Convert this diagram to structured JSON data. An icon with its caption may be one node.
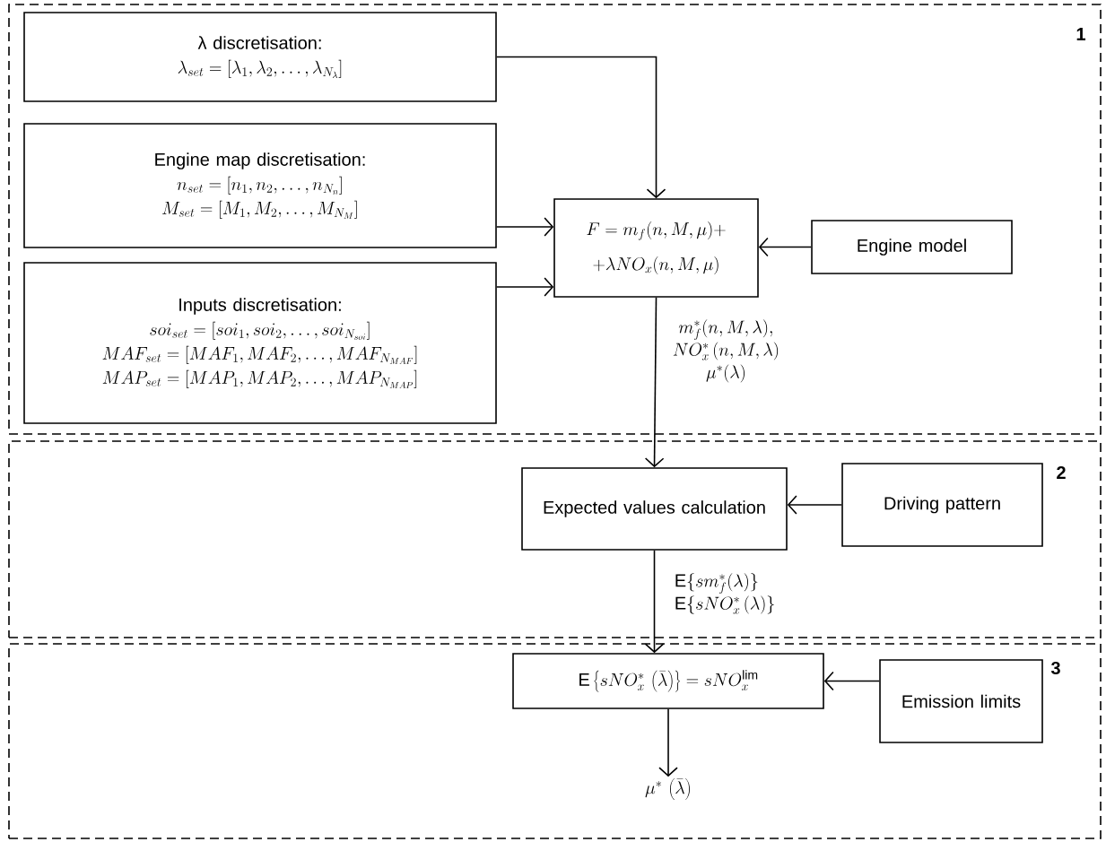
{
  "diagram": {
    "nodes": [
      {
        "text": [
          "1"
        ]
      },
      {
        "text": [
          "λ discretisation:",
          "\\lambda_{set} = [\\lambda_1, \\lambda_2, \\ldots, \\lambda_{N_\\lambda}]"
        ],
        "in": 0
      },
      {
        "text": [
          "Engine map discretisation:",
          "n_{set} = \\left[n_1, n_2, \\ldots, n_{N_n}\\right]",
          "M_{set} = \\left[M_1, M_2, \\ldots, M_{N_M}\\right]"
        ],
        "in": 0
      },
      {
        "text": [
          "Inputs discretisation:",
          "soi_{set} = \\left[soi_1, soi_2, \\ldots, soi_{N_{soi}}\\right]",
          "MAF_{set} = \\left[MAF_1, MAF_2, \\ldots, MAF_{N_{MAF}}\\right]",
          "MAP_{set} = \\left[MAP_1, MAP_2, \\ldots, MAP_{N_{MAP}}\\right]"
        ],
        "in": 0
      },
      {
        "text": [
          "F = m_f(n, M, \\mu) +",
          "+ \\lambda NO_x(n, M, \\mu)"
        ],
        "in": 0
      },
      {
        "text": [
          "Engine model"
        ],
        "in": 0
      },
      {
        "text": [
          "2"
        ]
      },
      {
        "text": [
          "Expected values calculation"
        ],
        "in": 6
      },
      {
        "text": [
          "Driving pattern"
        ],
        "in": 6
      },
      {
        "text": [
          "3"
        ]
      },
      {
        "text": [
          "\\mathrm{E}\\left\\{sNO_x^*\\,\\left(\\bar{\\lambda}\\right)\\right\\} = sNO_x^{\\mathrm{lim}}"
        ],
        "in": 9
      },
      {
        "text": [
          "Emission limits"
        ],
        "in": 9
      },
      {
        "text": [
          "\\mu^*\\,\\left(\\bar{\\lambda}\\right)"
        ],
        "in": 9
      }
    ],
    "edges": [
      {
        "from": 1,
        "to": 4,
        "arrow": "to"
      },
      {
        "from": 2,
        "to": 4,
        "arrow": "to"
      },
      {
        "from": 3,
        "to": 4,
        "arrow": "to"
      },
      {
        "from": 5,
        "to": 4,
        "arrow": "to"
      },
      {
        "from": 4,
        "to": 7,
        "arrow": "to",
        "label": "\\begin{array}{c} m_f^*(n, M, \\lambda), \\\\ NO_x^*\\,(n, M, \\lambda) \\\\ \\mu^*(\\lambda) \\end{array}"
      },
      {
        "from": 8,
        "to": 7,
        "arrow": "to"
      },
      {
        "from": 7,
        "to": 10,
        "arrow": "to",
        "label": "\\begin{array}{l} \\mathrm{E}\\{sm_f^*(\\lambda)\\} \\\\ \\mathrm{E}\\{sNO_x^*\\,(\\lambda)\\} \\end{array}"
      },
      {
        "from": 11,
        "to": 10,
        "arrow": "to"
      },
      {
        "from": 10,
        "to": 12,
        "arrow": "to"
      }
    ]
  }
}
